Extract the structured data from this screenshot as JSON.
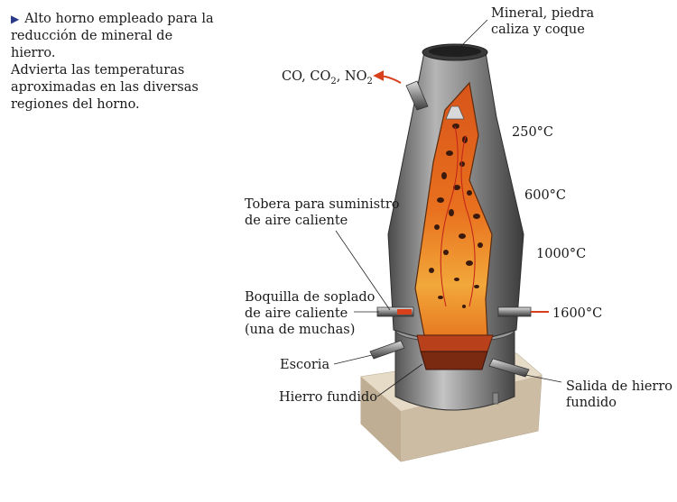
{
  "caption": {
    "line1": "Alto horno empleado para la reducción de mineral de hierro.",
    "line2": "Advierta las temperaturas aproximadas en las diversas regiones del horno."
  },
  "labels": {
    "feed_line1": "Mineral, piedra",
    "feed_line2": "caliza y coque",
    "gases": "CO, CO",
    "gases_sub1": "2",
    "gases_mid": ", NO",
    "gases_sub2": "2",
    "tuyere_line1": "Tobera para suministro",
    "tuyere_line2": "de aire caliente",
    "nozzle_line1": "Boquilla de soplado",
    "nozzle_line2": "de aire caliente",
    "nozzle_line3": "(una de muchas)",
    "slag": "Escoria",
    "molten_iron": "Hierro fundido",
    "outlet_line1": "Salida de hierro",
    "outlet_line2": "fundido"
  },
  "temperatures": [
    "250°C",
    "600°C",
    "1000°C",
    "1600°C"
  ],
  "colors": {
    "shell_dark": "#4a4a4a",
    "shell_light": "#b5b5b5",
    "charge_orange": "#e8701e",
    "charge_hot": "#f2a83a",
    "molten": "#7a2a10",
    "arrow_red": "#d8401c",
    "floor": "#d9cbb5",
    "caption_marker": "#2a3a8a"
  }
}
